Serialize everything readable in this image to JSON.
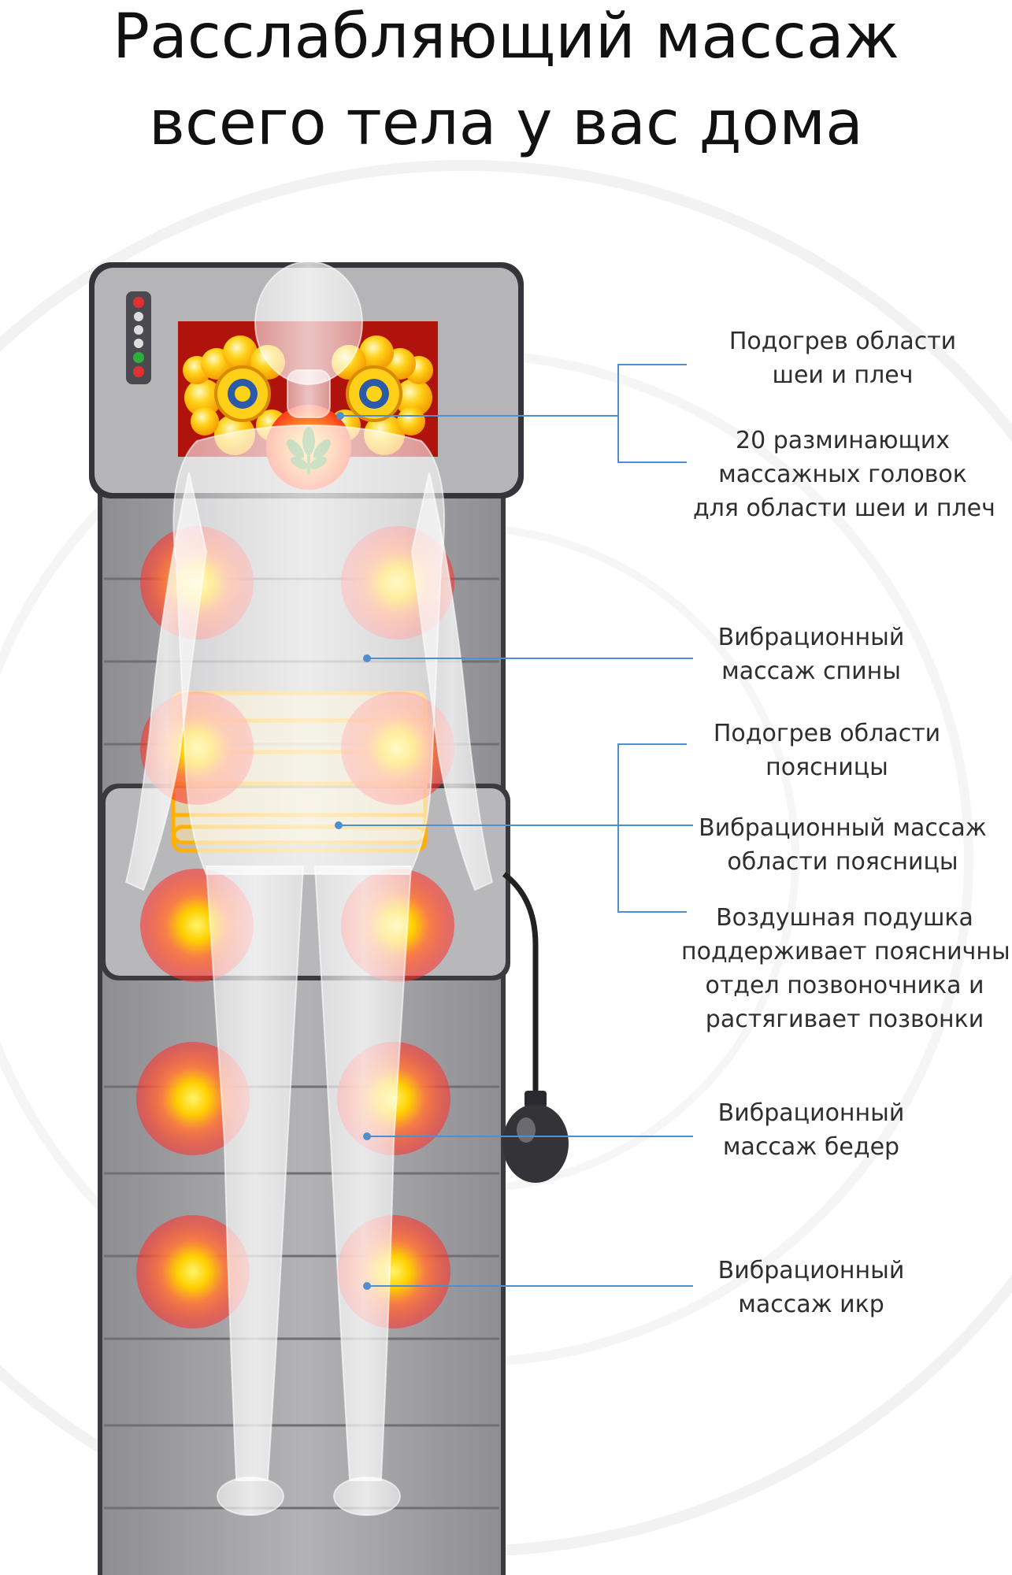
{
  "title": {
    "line1": "Расслабляющий массаж",
    "line2": "всего тела у вас дома"
  },
  "colors": {
    "line": "#4f8fd0",
    "heat_center": "#ffd400",
    "heat_outer": "#ff3c2a",
    "mat": "#a9a9ab"
  },
  "labels": {
    "neck_heat": [
      "Подогрев области",
      "шеи и плеч"
    ],
    "neck_heads": [
      "20 разминающих",
      "массажных головок",
      "для области шеи и плеч"
    ],
    "back_vibration": [
      "Вибрационный",
      "массаж спины"
    ],
    "lumbar_heat": [
      "Подогрев области",
      "поясницы"
    ],
    "lumbar_vibration": [
      "Вибрационный массаж",
      "области поясницы"
    ],
    "air_cushion": [
      "Воздушная подушка",
      "поддерживает поясничный",
      "отдел позвоночника и",
      "растягивает позвонки"
    ],
    "thigh_vibration": [
      "Вибрационный",
      "массаж бедер"
    ],
    "calf_vibration": [
      "Вибрационный",
      "массаж икр"
    ]
  }
}
